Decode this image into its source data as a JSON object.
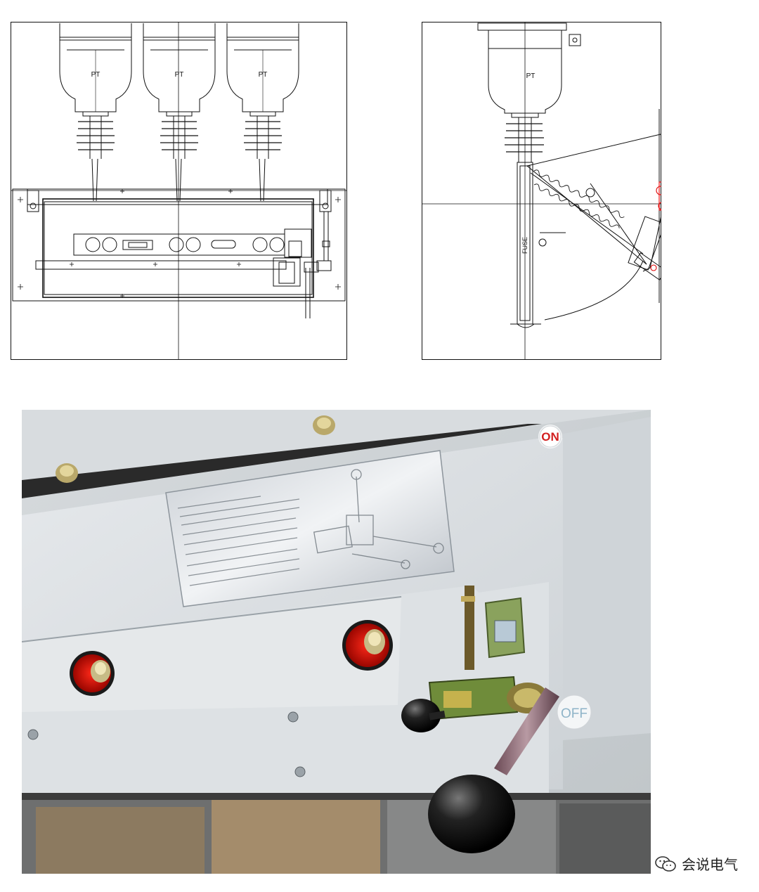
{
  "front_view": {
    "pt_labels": [
      "PT",
      "PT",
      "PT"
    ]
  },
  "side_view": {
    "pt_label": "PT",
    "fuse_label": "FUSE"
  },
  "photo": {
    "on_label": "ON",
    "off_label": "OFF"
  },
  "watermark": {
    "text": "会说电气",
    "icon": "wechat-icon"
  },
  "colors": {
    "line": "#111111",
    "highlight_red": "#e00000",
    "highlight_blue": "#2233cc",
    "panel_grey": "#c9d0d5",
    "handle_black": "#111111"
  }
}
